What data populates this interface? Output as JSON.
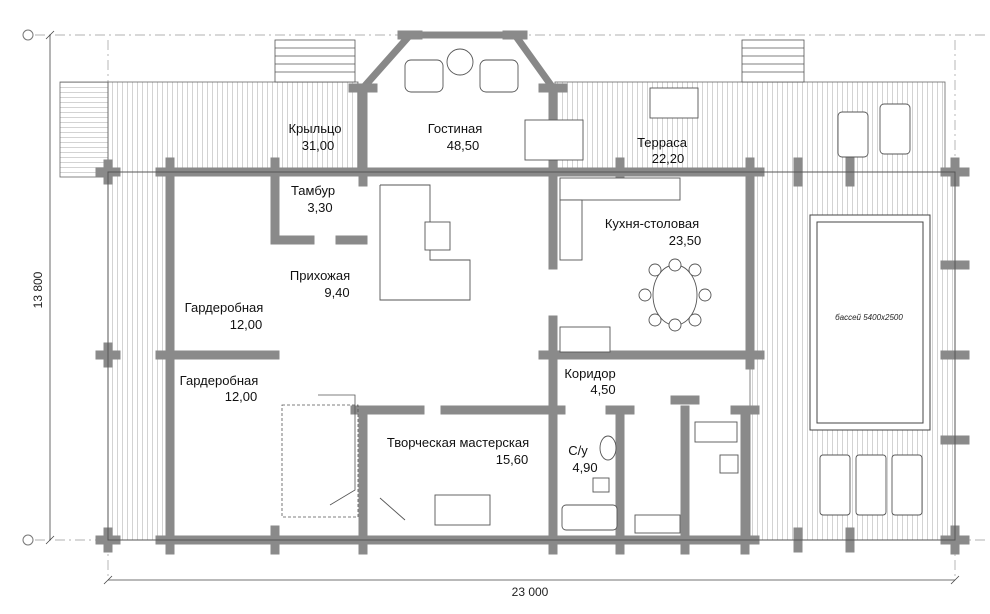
{
  "rooms": [
    {
      "name": "Крыльцо",
      "area": "31,00"
    },
    {
      "name": "Гостиная",
      "area": "48,50"
    },
    {
      "name": "Терраса",
      "area": "22,20"
    },
    {
      "name": "Тамбур",
      "area": "3,30"
    },
    {
      "name": "Кухня-столовая",
      "area": "23,50"
    },
    {
      "name": "Прихожая",
      "area": "9,40"
    },
    {
      "name": "Гардеробная",
      "area": "12,00"
    },
    {
      "name": "Гардеробная",
      "area": "12,00"
    },
    {
      "name": "Коридор",
      "area": "4,50"
    },
    {
      "name": "Творческая мастерская",
      "area": "15,60"
    },
    {
      "name": "С/у",
      "area": "4,90"
    }
  ],
  "pool_label": "бассей 5400х2500",
  "dimensions": {
    "width": "23 000",
    "height": "13 800"
  }
}
